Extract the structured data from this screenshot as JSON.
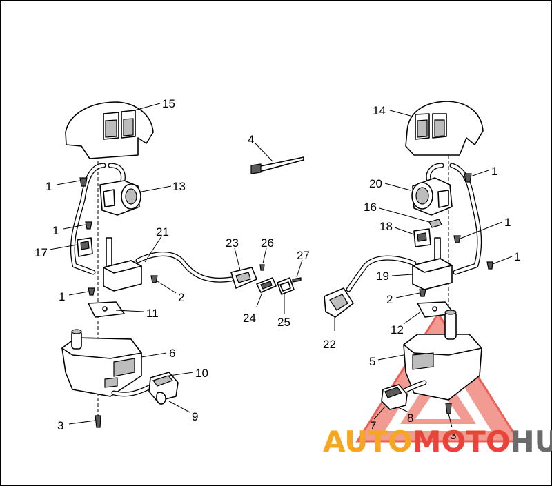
{
  "callouts": [
    {
      "id": "15",
      "text": "15"
    },
    {
      "id": "14",
      "text": "14"
    },
    {
      "id": "4",
      "text": "4"
    },
    {
      "id": "1a",
      "text": "1"
    },
    {
      "id": "13",
      "text": "13"
    },
    {
      "id": "1b",
      "text": "1"
    },
    {
      "id": "21",
      "text": "21"
    },
    {
      "id": "17",
      "text": "17"
    },
    {
      "id": "23",
      "text": "23"
    },
    {
      "id": "26",
      "text": "26"
    },
    {
      "id": "27",
      "text": "27"
    },
    {
      "id": "1c",
      "text": "1"
    },
    {
      "id": "2a",
      "text": "2"
    },
    {
      "id": "11",
      "text": "11"
    },
    {
      "id": "24",
      "text": "24"
    },
    {
      "id": "25",
      "text": "25"
    },
    {
      "id": "6",
      "text": "6"
    },
    {
      "id": "10",
      "text": "10"
    },
    {
      "id": "9",
      "text": "9"
    },
    {
      "id": "3a",
      "text": "3"
    },
    {
      "id": "1d",
      "text": "1"
    },
    {
      "id": "20",
      "text": "20"
    },
    {
      "id": "16",
      "text": "16"
    },
    {
      "id": "18",
      "text": "18"
    },
    {
      "id": "1e",
      "text": "1"
    },
    {
      "id": "1f",
      "text": "1"
    },
    {
      "id": "19",
      "text": "19"
    },
    {
      "id": "2b",
      "text": "2"
    },
    {
      "id": "12",
      "text": "12"
    },
    {
      "id": "22",
      "text": "22"
    },
    {
      "id": "5",
      "text": "5"
    },
    {
      "id": "7",
      "text": "7"
    },
    {
      "id": "8",
      "text": "8"
    },
    {
      "id": "3b",
      "text": "3"
    }
  ],
  "watermark": {
    "part1": "AUTO",
    "part2": "MOTO",
    "part3": "HUB",
    "color_orange": "#f5a623",
    "color_red": "#e8443a",
    "color_gray": "#6b6b6b"
  }
}
